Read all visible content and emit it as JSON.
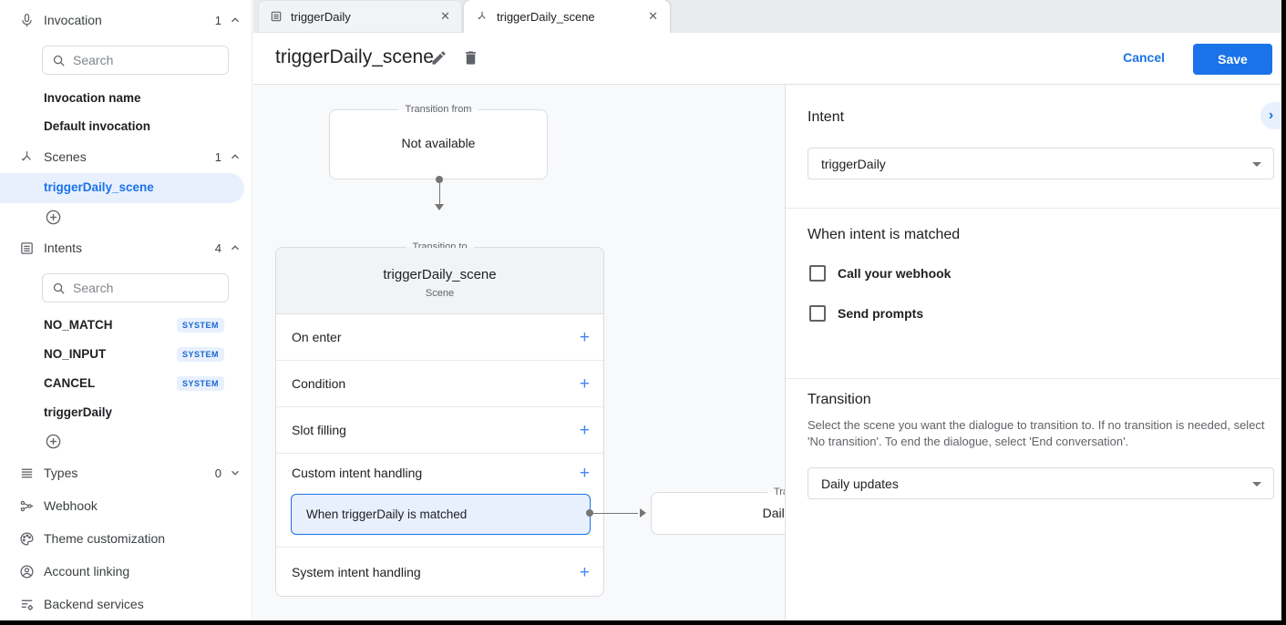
{
  "icons": {
    "add": "+",
    "close": "✕",
    "collapse": "›"
  },
  "sidebar": {
    "invocation": {
      "label": "Invocation",
      "count": "1",
      "search_placeholder": "Search",
      "items": [
        {
          "label": "Invocation name"
        },
        {
          "label": "Default invocation"
        }
      ]
    },
    "scenes": {
      "label": "Scenes",
      "count": "1",
      "items": [
        {
          "label": "triggerDaily_scene",
          "selected": true
        }
      ]
    },
    "intents": {
      "label": "Intents",
      "count": "4",
      "search_placeholder": "Search",
      "items": [
        {
          "label": "NO_MATCH",
          "badge": "SYSTEM"
        },
        {
          "label": "NO_INPUT",
          "badge": "SYSTEM"
        },
        {
          "label": "CANCEL",
          "badge": "SYSTEM"
        },
        {
          "label": "triggerDaily",
          "badge": ""
        }
      ]
    },
    "types": {
      "label": "Types",
      "count": "0"
    },
    "links": [
      {
        "label": "Webhook"
      },
      {
        "label": "Theme customization"
      },
      {
        "label": "Account linking"
      },
      {
        "label": "Backend services"
      }
    ]
  },
  "tabs": [
    {
      "label": "triggerDaily"
    },
    {
      "label": "triggerDaily_scene"
    }
  ],
  "header": {
    "title": "triggerDaily_scene",
    "cancel_label": "Cancel",
    "save_label": "Save"
  },
  "canvas": {
    "transition_from": {
      "legend": "Transition from",
      "text": "Not available"
    },
    "scene_node": {
      "legend": "Transition to",
      "title": "triggerDaily_scene",
      "subtitle": "Scene",
      "rows": [
        {
          "label": "On enter"
        },
        {
          "label": "Condition"
        },
        {
          "label": "Slot filling"
        },
        {
          "label": "Custom intent handling",
          "child": "When triggerDaily is matched"
        },
        {
          "label": "System intent handling"
        }
      ]
    },
    "target_node": {
      "legend": "Transition to",
      "text": "Daily updates"
    }
  },
  "panel": {
    "intent": {
      "heading": "Intent",
      "value": "triggerDaily"
    },
    "matched": {
      "heading": "When intent is matched",
      "checkboxes": [
        {
          "label": "Call your webhook",
          "checked": false
        },
        {
          "label": "Send prompts",
          "checked": false
        }
      ]
    },
    "transition": {
      "heading": "Transition",
      "description": "Select the scene you want the dialogue to transition to. If no transition is needed, select 'No transition'. To end the dialogue, select 'End conversation'.",
      "value": "Daily updates"
    }
  },
  "colors": {
    "accent": "#1a73e8",
    "accent_light": "#e8f0fe",
    "badge_text": "#1967d2"
  }
}
